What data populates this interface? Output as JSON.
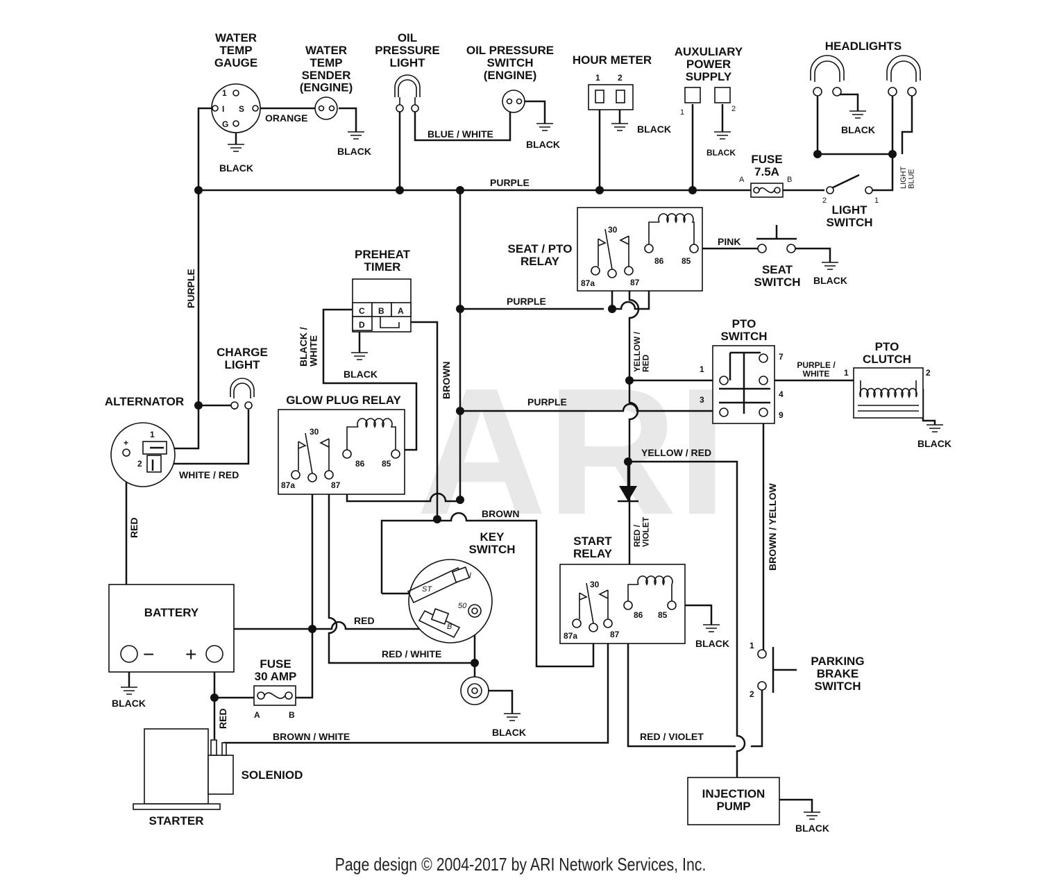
{
  "components": {
    "water_temp_gauge": "WATER\nTEMP\nGAUGE",
    "water_temp_sender": "WATER\nTEMP\nSENDER\n(ENGINE)",
    "oil_pressure_light": "OIL\nPRESSURE\nLIGHT",
    "oil_pressure_switch": "OIL PRESSURE\nSWITCH\n(ENGINE)",
    "hour_meter": "HOUR METER",
    "auxiliary_power_supply": "AUXULIARY\nPOWER\nSUPPLY",
    "headlights": "HEADLIGHTS",
    "fuse_75": "FUSE\n7.5A",
    "light_switch": "LIGHT\nSWITCH",
    "seat_pto_relay": "SEAT / PTO\nRELAY",
    "seat_switch": "SEAT\nSWITCH",
    "preheat_timer": "PREHEAT\nTIMER",
    "pto_switch": "PTO\nSWITCH",
    "pto_clutch": "PTO\nCLUTCH",
    "charge_light": "CHARGE\nLIGHT",
    "alternator": "ALTERNATOR",
    "glow_plug_relay": "GLOW PLUG RELAY",
    "key_switch": "KEY\nSWITCH",
    "start_relay": "START\nRELAY",
    "battery": "BATTERY",
    "fuse_30": "FUSE\n30 AMP",
    "solenoid": "SOLENIOD",
    "starter": "STARTER",
    "parking_brake_switch": "PARKING\nBRAKE\nSWITCH",
    "injection_pump": "INJECTION\nPUMP"
  },
  "wires": {
    "orange": "ORANGE",
    "black": "BLACK",
    "blue_white": "BLUE / WHITE",
    "purple": "PURPLE",
    "light_blue": "LIGHT\nBLUE",
    "pink": "PINK",
    "black_white": "BLACK /\nWHITE",
    "brown": "BROWN",
    "yellow_red": "YELLOW / RED",
    "yellow_red_v": "YELLOW /\nRED",
    "purple_white": "PURPLE /\nWHITE",
    "white_red": "WHITE / RED",
    "red": "RED",
    "red_violet": "RED /\nVIOLET",
    "brown_yellow": "BROWN / YELLOW",
    "red_white": "RED / WHITE",
    "brown_white": "BROWN / WHITE",
    "red_violet_h": "RED / VIOLET"
  },
  "pins": {
    "gauge_i": "I",
    "gauge_s": "S",
    "gauge_g": "G",
    "gauge_1": "1",
    "one": "1",
    "two": "2",
    "three": "3",
    "four": "4",
    "seven": "7",
    "nine": "9",
    "a": "A",
    "b": "B",
    "c": "C",
    "d": "D",
    "p30": "30",
    "p85": "85",
    "p86": "86",
    "p87": "87",
    "p87a": "87a",
    "ks_i": "I",
    "ks_st": "ST",
    "ks_50": "50",
    "ks_b": "B",
    "plus": "+",
    "minus": "−",
    "bplus": "+"
  },
  "watermark": "ARI",
  "footer": "Page design © 2004-2017 by ARI Network Services, Inc."
}
